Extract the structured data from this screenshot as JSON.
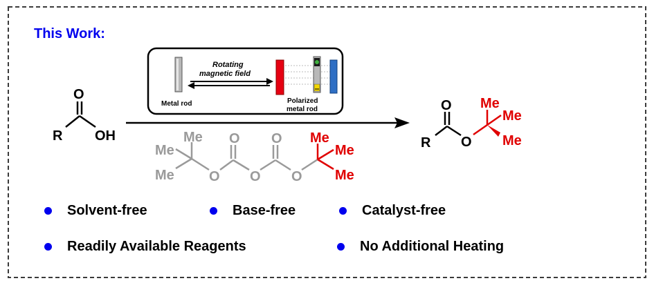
{
  "title": "This Work:",
  "colors": {
    "accent": "#0000ee",
    "grey": "#9a9a9a",
    "red": "#e00000",
    "rod_red": "#e60012",
    "rod_blue": "#2f6fc4"
  },
  "reactant": {
    "r_label": "R",
    "o_label": "O",
    "oh_label": "OH"
  },
  "inset": {
    "field_label_line1": "Rotating",
    "field_label_line2": "magnetic field",
    "metal_rod_label": "Metal rod",
    "polarized_line1": "Polarized",
    "polarized_line2": "metal rod"
  },
  "reagent": {
    "me": "Me",
    "o": "O"
  },
  "product": {
    "r_label": "R",
    "o_label": "O",
    "me": "Me"
  },
  "features": [
    {
      "label": "Solvent-free"
    },
    {
      "label": "Base-free"
    },
    {
      "label": "Catalyst-free"
    },
    {
      "label": "Readily Available Reagents"
    },
    {
      "label": "No Additional Heating"
    }
  ]
}
